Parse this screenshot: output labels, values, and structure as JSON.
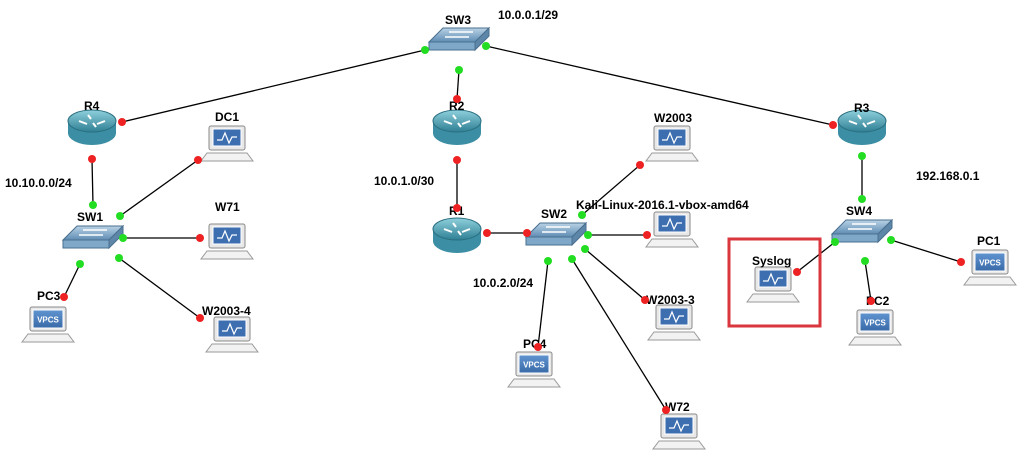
{
  "colors": {
    "link": "#000000",
    "port_up": "#22dd22",
    "port_down": "#ee2222",
    "highlight": "#d9363e",
    "router_top": "#6fb9c8",
    "router_body": "#3b8ea3",
    "switch": "#7fa8c8",
    "vpcs": "#4a7ab5"
  },
  "nodes": {
    "sw3": {
      "label": "SW3",
      "kind": "switch"
    },
    "r4": {
      "label": "R4",
      "kind": "router"
    },
    "r2": {
      "label": "R2",
      "kind": "router"
    },
    "r3": {
      "label": "R3",
      "kind": "router"
    },
    "r1": {
      "label": "R1",
      "kind": "router"
    },
    "sw1": {
      "label": "SW1",
      "kind": "switch"
    },
    "sw2": {
      "label": "SW2",
      "kind": "switch"
    },
    "sw4": {
      "label": "SW4",
      "kind": "switch"
    },
    "dc1": {
      "label": "DC1",
      "kind": "host"
    },
    "w71": {
      "label": "W71",
      "kind": "host"
    },
    "w2003_4": {
      "label": "W2003-4",
      "kind": "host"
    },
    "pc3": {
      "label": "PC3",
      "kind": "vpcs"
    },
    "w2003": {
      "label": "W2003",
      "kind": "host"
    },
    "kali": {
      "label": "Kali-Linux-2016.1-vbox-amd64",
      "kind": "host"
    },
    "w2003_3": {
      "label": "W2003-3",
      "kind": "host"
    },
    "pc4": {
      "label": "PC4",
      "kind": "vpcs"
    },
    "w72": {
      "label": "W72",
      "kind": "host"
    },
    "syslog": {
      "label": "Syslog",
      "kind": "host",
      "highlighted": true
    },
    "pc2": {
      "label": "PC2",
      "kind": "vpcs"
    },
    "pc1": {
      "label": "PC1",
      "kind": "vpcs"
    }
  },
  "networks": {
    "n_top": "10.0.0.1/29",
    "n_r4": "10.10.0.0/24",
    "n_r2r1": "10.0.1.0/30",
    "n_sw2": "10.0.2.0/24",
    "n_r3": "192.168.0.1"
  },
  "vpcs_text": "VPCS",
  "links": [
    {
      "from": "sw3",
      "to": "r4",
      "a": "up",
      "b": "down"
    },
    {
      "from": "sw3",
      "to": "r2",
      "a": "up",
      "b": "down"
    },
    {
      "from": "sw3",
      "to": "r3",
      "a": "up",
      "b": "down"
    },
    {
      "from": "r4",
      "to": "sw1",
      "a": "down",
      "b": "up"
    },
    {
      "from": "sw1",
      "to": "dc1",
      "a": "up",
      "b": "down"
    },
    {
      "from": "sw1",
      "to": "w71",
      "a": "up",
      "b": "down"
    },
    {
      "from": "sw1",
      "to": "w2003_4",
      "a": "up",
      "b": "down"
    },
    {
      "from": "sw1",
      "to": "pc3",
      "a": "up",
      "b": "down"
    },
    {
      "from": "r2",
      "to": "r1",
      "a": "down",
      "b": "down"
    },
    {
      "from": "r1",
      "to": "sw2",
      "a": "down",
      "b": "down"
    },
    {
      "from": "sw2",
      "to": "w2003",
      "a": "up",
      "b": "down"
    },
    {
      "from": "sw2",
      "to": "kali",
      "a": "up",
      "b": "down"
    },
    {
      "from": "sw2",
      "to": "w2003_3",
      "a": "up",
      "b": "down"
    },
    {
      "from": "sw2",
      "to": "pc4",
      "a": "up",
      "b": "down"
    },
    {
      "from": "sw2",
      "to": "w72",
      "a": "up",
      "b": "down"
    },
    {
      "from": "r3",
      "to": "sw4",
      "a": "up",
      "b": "up"
    },
    {
      "from": "sw4",
      "to": "syslog",
      "a": "up",
      "b": "down"
    },
    {
      "from": "sw4",
      "to": "pc2",
      "a": "up",
      "b": "down"
    },
    {
      "from": "sw4",
      "to": "pc1",
      "a": "up",
      "b": "down"
    }
  ]
}
